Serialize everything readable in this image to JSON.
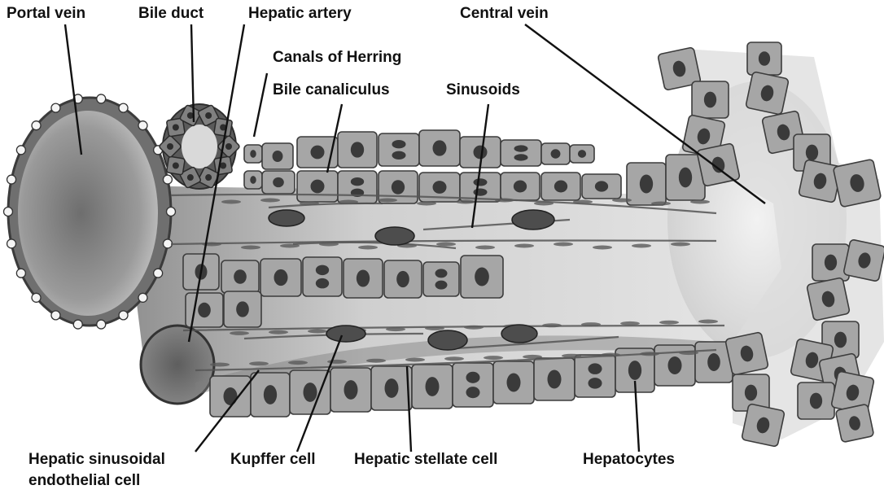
{
  "diagram": {
    "labels": {
      "portal_vein": "Portal vein",
      "bile_duct": "Bile duct",
      "hepatic_artery": "Hepatic artery",
      "central_vein": "Central vein",
      "canals_of_herring": "Canals of Herring",
      "bile_canaliculus": "Bile canaliculus",
      "sinusoids": "Sinusoids",
      "hepatic_sinusoidal_endothelial_cell_line1": "Hepatic sinusoidal",
      "hepatic_sinusoidal_endothelial_cell_line2": "endothelial cell",
      "kupffer_cell": "Kupffer cell",
      "hepatic_stellate_cell": "Hepatic stellate cell",
      "hepatocytes": "Hepatocytes"
    },
    "colors": {
      "hepatocyte_fill": "#a6a6a6",
      "hepatocyte_stroke": "#3c3c3c",
      "nucleus": "#3a3a3a",
      "sinusoid": "#d2d2d2",
      "portal_vein_fill": "#7a7a7a",
      "vessel_wall": "#4a4a4a",
      "kupffer_fill": "#4d4d4d",
      "text": "#111111"
    }
  }
}
